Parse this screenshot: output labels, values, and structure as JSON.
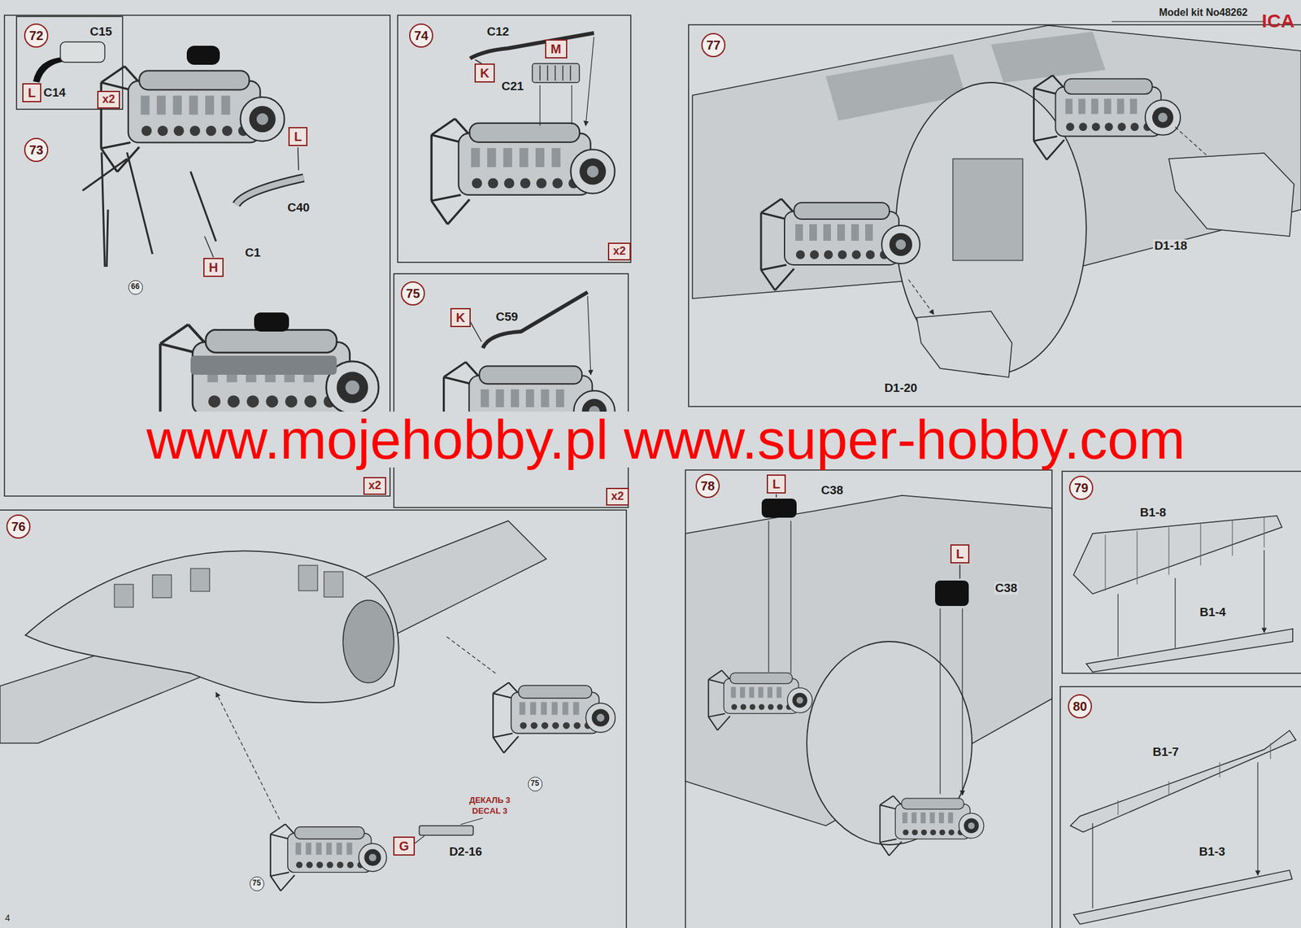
{
  "diagram": {
    "nodes": [
      {
        "text": [
          "72"
        ]
      },
      {
        "text": [
          "L"
        ]
      },
      {
        "text": [
          "x2"
        ]
      },
      {
        "text": [
          "73"
        ]
      },
      {
        "text": [
          "L"
        ]
      },
      {
        "text": [
          "H"
        ]
      },
      {
        "text": [
          "66"
        ]
      },
      {
        "text": [
          "x2"
        ]
      },
      {
        "text": [
          "74"
        ]
      },
      {
        "text": [
          "K"
        ]
      },
      {
        "text": [
          "M"
        ]
      },
      {
        "text": [
          "x2"
        ]
      },
      {
        "text": [
          "75"
        ]
      },
      {
        "text": [
          "K"
        ]
      },
      {
        "text": [
          "x2"
        ]
      },
      {
        "text": [
          "77"
        ]
      },
      {
        "text": [
          "76"
        ]
      },
      {
        "text": [
          "75"
        ]
      },
      {
        "text": [
          "G"
        ]
      },
      {
        "text": [
          "75"
        ]
      },
      {
        "text": [
          "78"
        ]
      },
      {
        "text": [
          "L"
        ]
      },
      {
        "text": [
          "L"
        ]
      },
      {
        "text": [
          "79"
        ]
      },
      {
        "text": [
          "80"
        ]
      }
    ],
    "labels": [
      "Model kit No48262",
      "ICA",
      "C15",
      "C14",
      "C40",
      "C1",
      "C12",
      "C21",
      "C59",
      "D1-18",
      "D1-20",
      "ДЕКАЛЬ 3",
      "DECAL 3",
      "D2-16",
      "C38",
      "C38",
      "B1-8",
      "B1-4",
      "B1-7",
      "B1-3",
      "4",
      "www.mojehobby.pl www.super-hobby.com"
    ]
  }
}
